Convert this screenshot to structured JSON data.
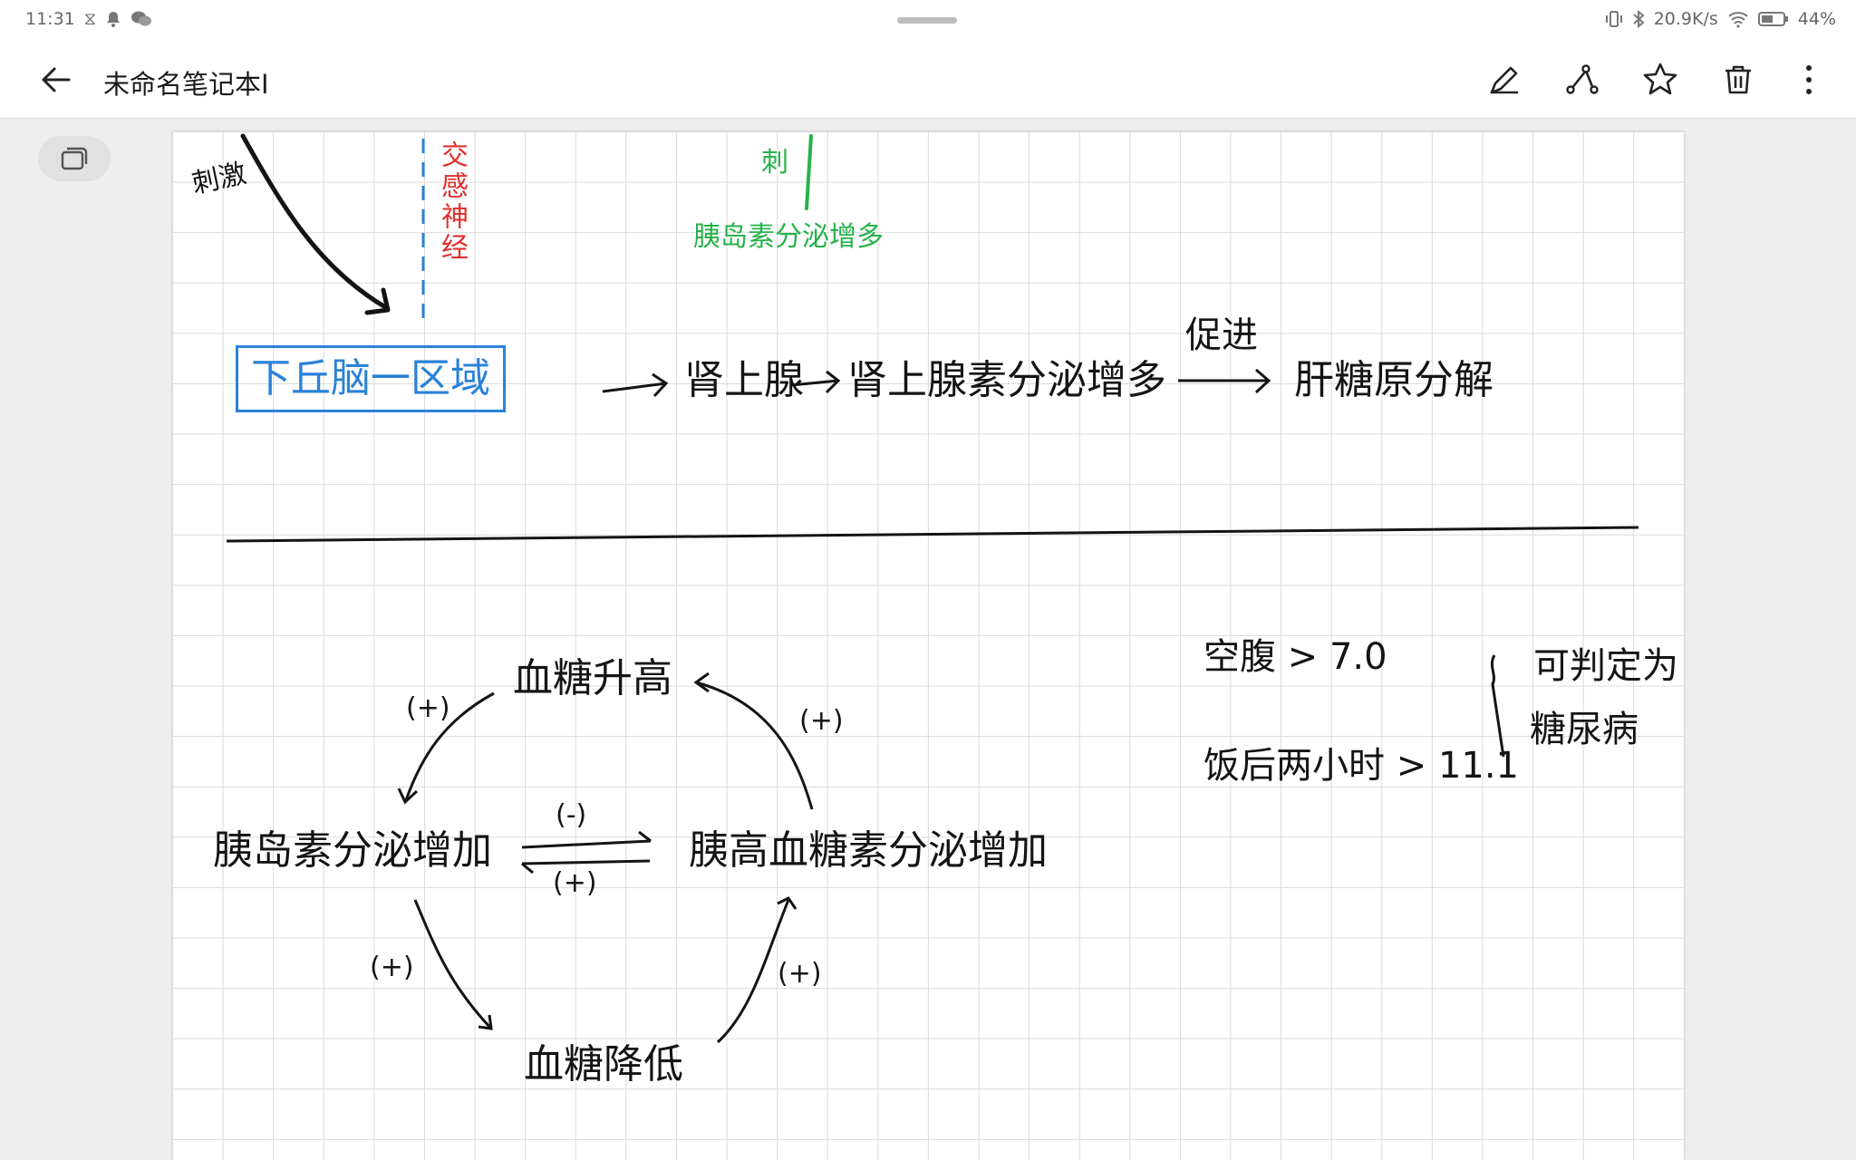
{
  "status_bar": {
    "time": "11:31",
    "net_speed": "20.9K/s",
    "battery": "44%",
    "left_icons": [
      "hourglass-icon",
      "bell-icon",
      "wechat-icon"
    ],
    "right_icons": [
      "vibrate-icon",
      "bluetooth-icon",
      "wifi-icon",
      "battery-icon"
    ]
  },
  "app_bar": {
    "title": "未命名笔记本I",
    "actions": [
      "pen-icon",
      "lasso-icon",
      "star-icon",
      "trash-icon",
      "more-icon"
    ]
  },
  "notes": {
    "stimulus_label": "刺激",
    "sympathetic_nerve": "交感神经",
    "top_green_stimulus": "刺",
    "insulin_secretion_up_green": "胰岛素分泌增多",
    "hypothalamus_box": "下丘脑一区域",
    "adrenal_gland": "肾上腺",
    "adrenaline_secretion": "肾上腺素分泌增多",
    "promote": "促进",
    "glycogenolysis": "肝糖原分解",
    "blood_sugar_rise": "血糖升高",
    "insulin_increase": "胰岛素分泌增加",
    "glucagon_increase": "胰高血糖素分泌增加",
    "blood_sugar_drop": "血糖降低",
    "plus_tl": "(+)",
    "plus_tr": "(+)",
    "minus_mid": "(-)",
    "plus_mid": "(+)",
    "plus_bl": "(+)",
    "plus_br": "(+)",
    "fasting": "空腹 > 7.0",
    "post_meal": "饭后两小时 > 11.1",
    "diagnose": "可判定为",
    "diabetes": "糖尿病"
  }
}
